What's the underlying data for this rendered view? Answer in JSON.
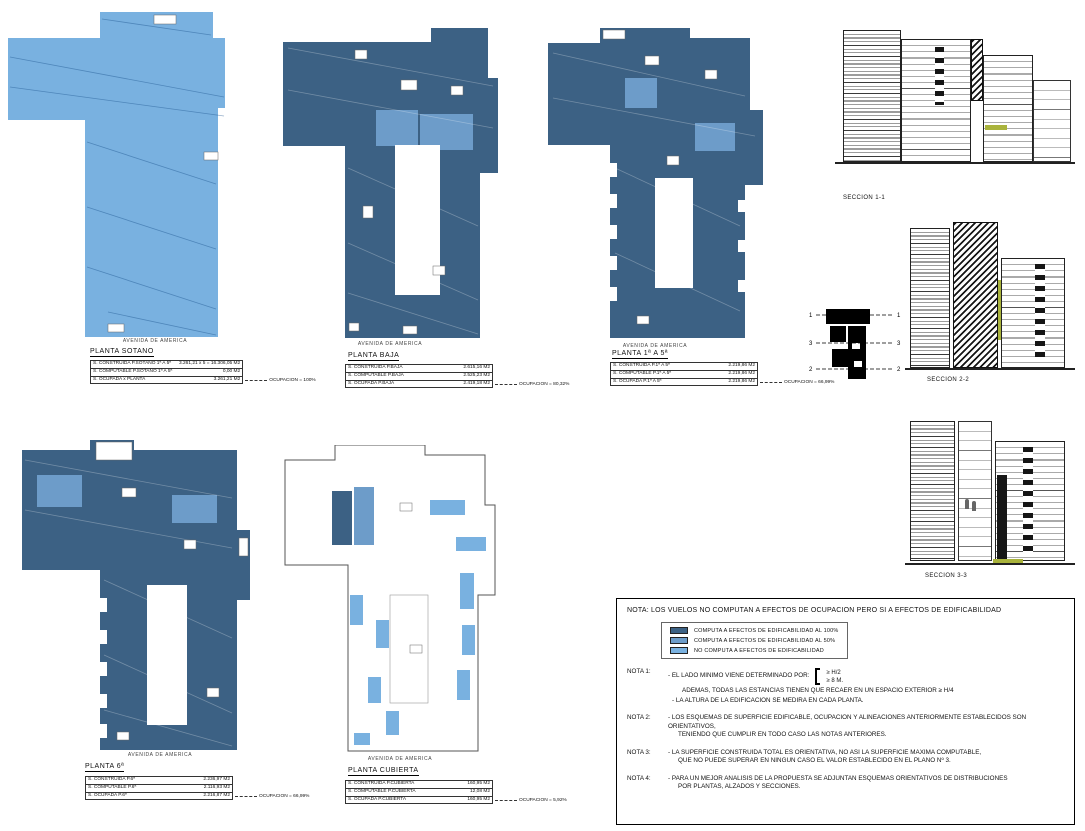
{
  "colors": {
    "dark": "#3c6184",
    "mid": "#6d9cc9",
    "light": "#79b1e0",
    "line": "#222222",
    "accent": "#a9b33c"
  },
  "plans": {
    "sotano": {
      "title": "PLANTA SOTANO",
      "street": "AVENIDA DE AMERICA",
      "stats": [
        {
          "label": "S. CONSTRUIDA  P.SOTANO 1ª A 5ª",
          "value": "3.261,21 x 5 = 16.306,05 M2"
        },
        {
          "label": "S. COMPUTABLE  P.SOTANO 1ª A 5ª",
          "value": "0,00 M2"
        },
        {
          "label": "S. OCUPADA x PLANTA",
          "value": "3.261,21 M2"
        }
      ],
      "occupation": "OCUPACION = 100%"
    },
    "baja": {
      "title": "PLANTA BAJA",
      "street": "AVENIDA DE AMERICA",
      "stats": [
        {
          "label": "S. CONSTRUIDA  P.BAJA",
          "value": "2.615,16 M2"
        },
        {
          "label": "S. COMPUTABLE  P.BAJA",
          "value": "2.525,23 M2"
        },
        {
          "label": "S. OCUPADA  P.BAJA",
          "value": "2.419,18 M2"
        }
      ],
      "occupation": "OCUPACION = 80,32%"
    },
    "p1": {
      "title": "PLANTA 1ª A 5ª",
      "street": "AVENIDA DE AMERICA",
      "stats": [
        {
          "label": "S. CONSTRUIDA  P.1ª A 5ª",
          "value": "2.219,86 M2"
        },
        {
          "label": "S. COMPUTABLE  P.1ª A 5ª",
          "value": "2.219,86 M2"
        },
        {
          "label": "S. OCUPADA  P.1ª A 5ª",
          "value": "2.219,86 M2"
        }
      ],
      "occupation": "OCUPACION = 66,99%"
    },
    "p6": {
      "title": "PLANTA 6ª",
      "street": "AVENIDA DE AMERICA",
      "stats": [
        {
          "label": "S. CONSTRUIDA  P.6ª",
          "value": "2.236,97 M2"
        },
        {
          "label": "S. COMPUTABLE  P.6ª",
          "value": "2.116,93 M2"
        },
        {
          "label": "S. OCUPADA  P.6ª",
          "value": "2.216,87 M2"
        }
      ],
      "occupation": "OCUPACION = 66,99%"
    },
    "cubierta": {
      "title": "PLANTA CUBIERTA",
      "street": "AVENIDA DE AMERICA",
      "stats": [
        {
          "label": "S. CONSTRUIDA  P.CUBIERTA",
          "value": "160,95 M2"
        },
        {
          "label": "S. COMPUTABLE  P.CUBIERTA",
          "value": "12,08 M2"
        },
        {
          "label": "S. OCUPADA  P.CUBIERTA",
          "value": "160,95 M2"
        }
      ],
      "occupation": "OCUPACION = 5,92%"
    }
  },
  "sections": {
    "s1": "SECCION 1-1",
    "s2": "SECCION 2-2",
    "s3": "SECCION 3-3"
  },
  "keyplan": {
    "rows": [
      {
        "left": "1",
        "right": "1"
      },
      {
        "left": "3",
        "right": "3"
      },
      {
        "left": "2",
        "right": "2"
      }
    ]
  },
  "notes": {
    "header": "NOTA: LOS VUELOS NO COMPUTAN A EFECTOS DE OCUPACION PERO SI A EFECTOS DE EDIFICABILIDAD",
    "legend": [
      {
        "label": "COMPUTA A EFECTOS DE EDIFICABILIDAD AL 100%",
        "swatch": "dark"
      },
      {
        "label": "COMPUTA A EFECTOS DE EDIFICABILIDAD AL  50%",
        "swatch": "mid"
      },
      {
        "label": "NO COMPUTA A EFECTOS DE EDIFICABILIDAD",
        "swatch": "light"
      }
    ],
    "nota1": {
      "label": "NOTA 1:",
      "text": "- EL LADO MINIMO VIENE DETERMINADO POR:",
      "options": [
        "≥ H/2",
        "≥ 8 M."
      ],
      "extra1": "ADEMAS, TODAS LAS ESTANCIAS TIENEN QUE RECAER EN UN ESPACIO EXTERIOR ≥ H/4",
      "extra2": "- LA ALTURA DE LA EDIFICACION SE MEDIRA EN CADA PLANTA."
    },
    "nota2": {
      "label": "NOTA 2:",
      "line1": "- LOS ESQUEMAS DE SUPERFICIE EDIFICABLE, OCUPACION Y ALINEACIONES ANTERIORMENTE ESTABLECIDOS SON ORIENTATIVOS,",
      "line2": "TENIENDO QUE CUMPLIR EN TODO CASO LAS NOTAS ANTERIORES."
    },
    "nota3": {
      "label": "NOTA 3:",
      "line1": "- LA SUPERFICIE CONSTRUIDA TOTAL ES ORIENTATIVA, NO ASI LA SUPERFICIE MAXIMA COMPUTABLE,",
      "line2": "QUE NO PUEDE SUPERAR EN NINGUN CASO EL VALOR ESTABLECIDO EN EL PLANO Nº 3."
    },
    "nota4": {
      "label": "NOTA 4:",
      "line1": "- PARA UN MEJOR ANALISIS DE LA PROPUESTA SE ADJUNTAN ESQUEMAS ORIENTATIVOS DE DISTRIBUCIONES",
      "line2": "POR PLANTAS, ALZADOS Y SECCIONES."
    }
  }
}
